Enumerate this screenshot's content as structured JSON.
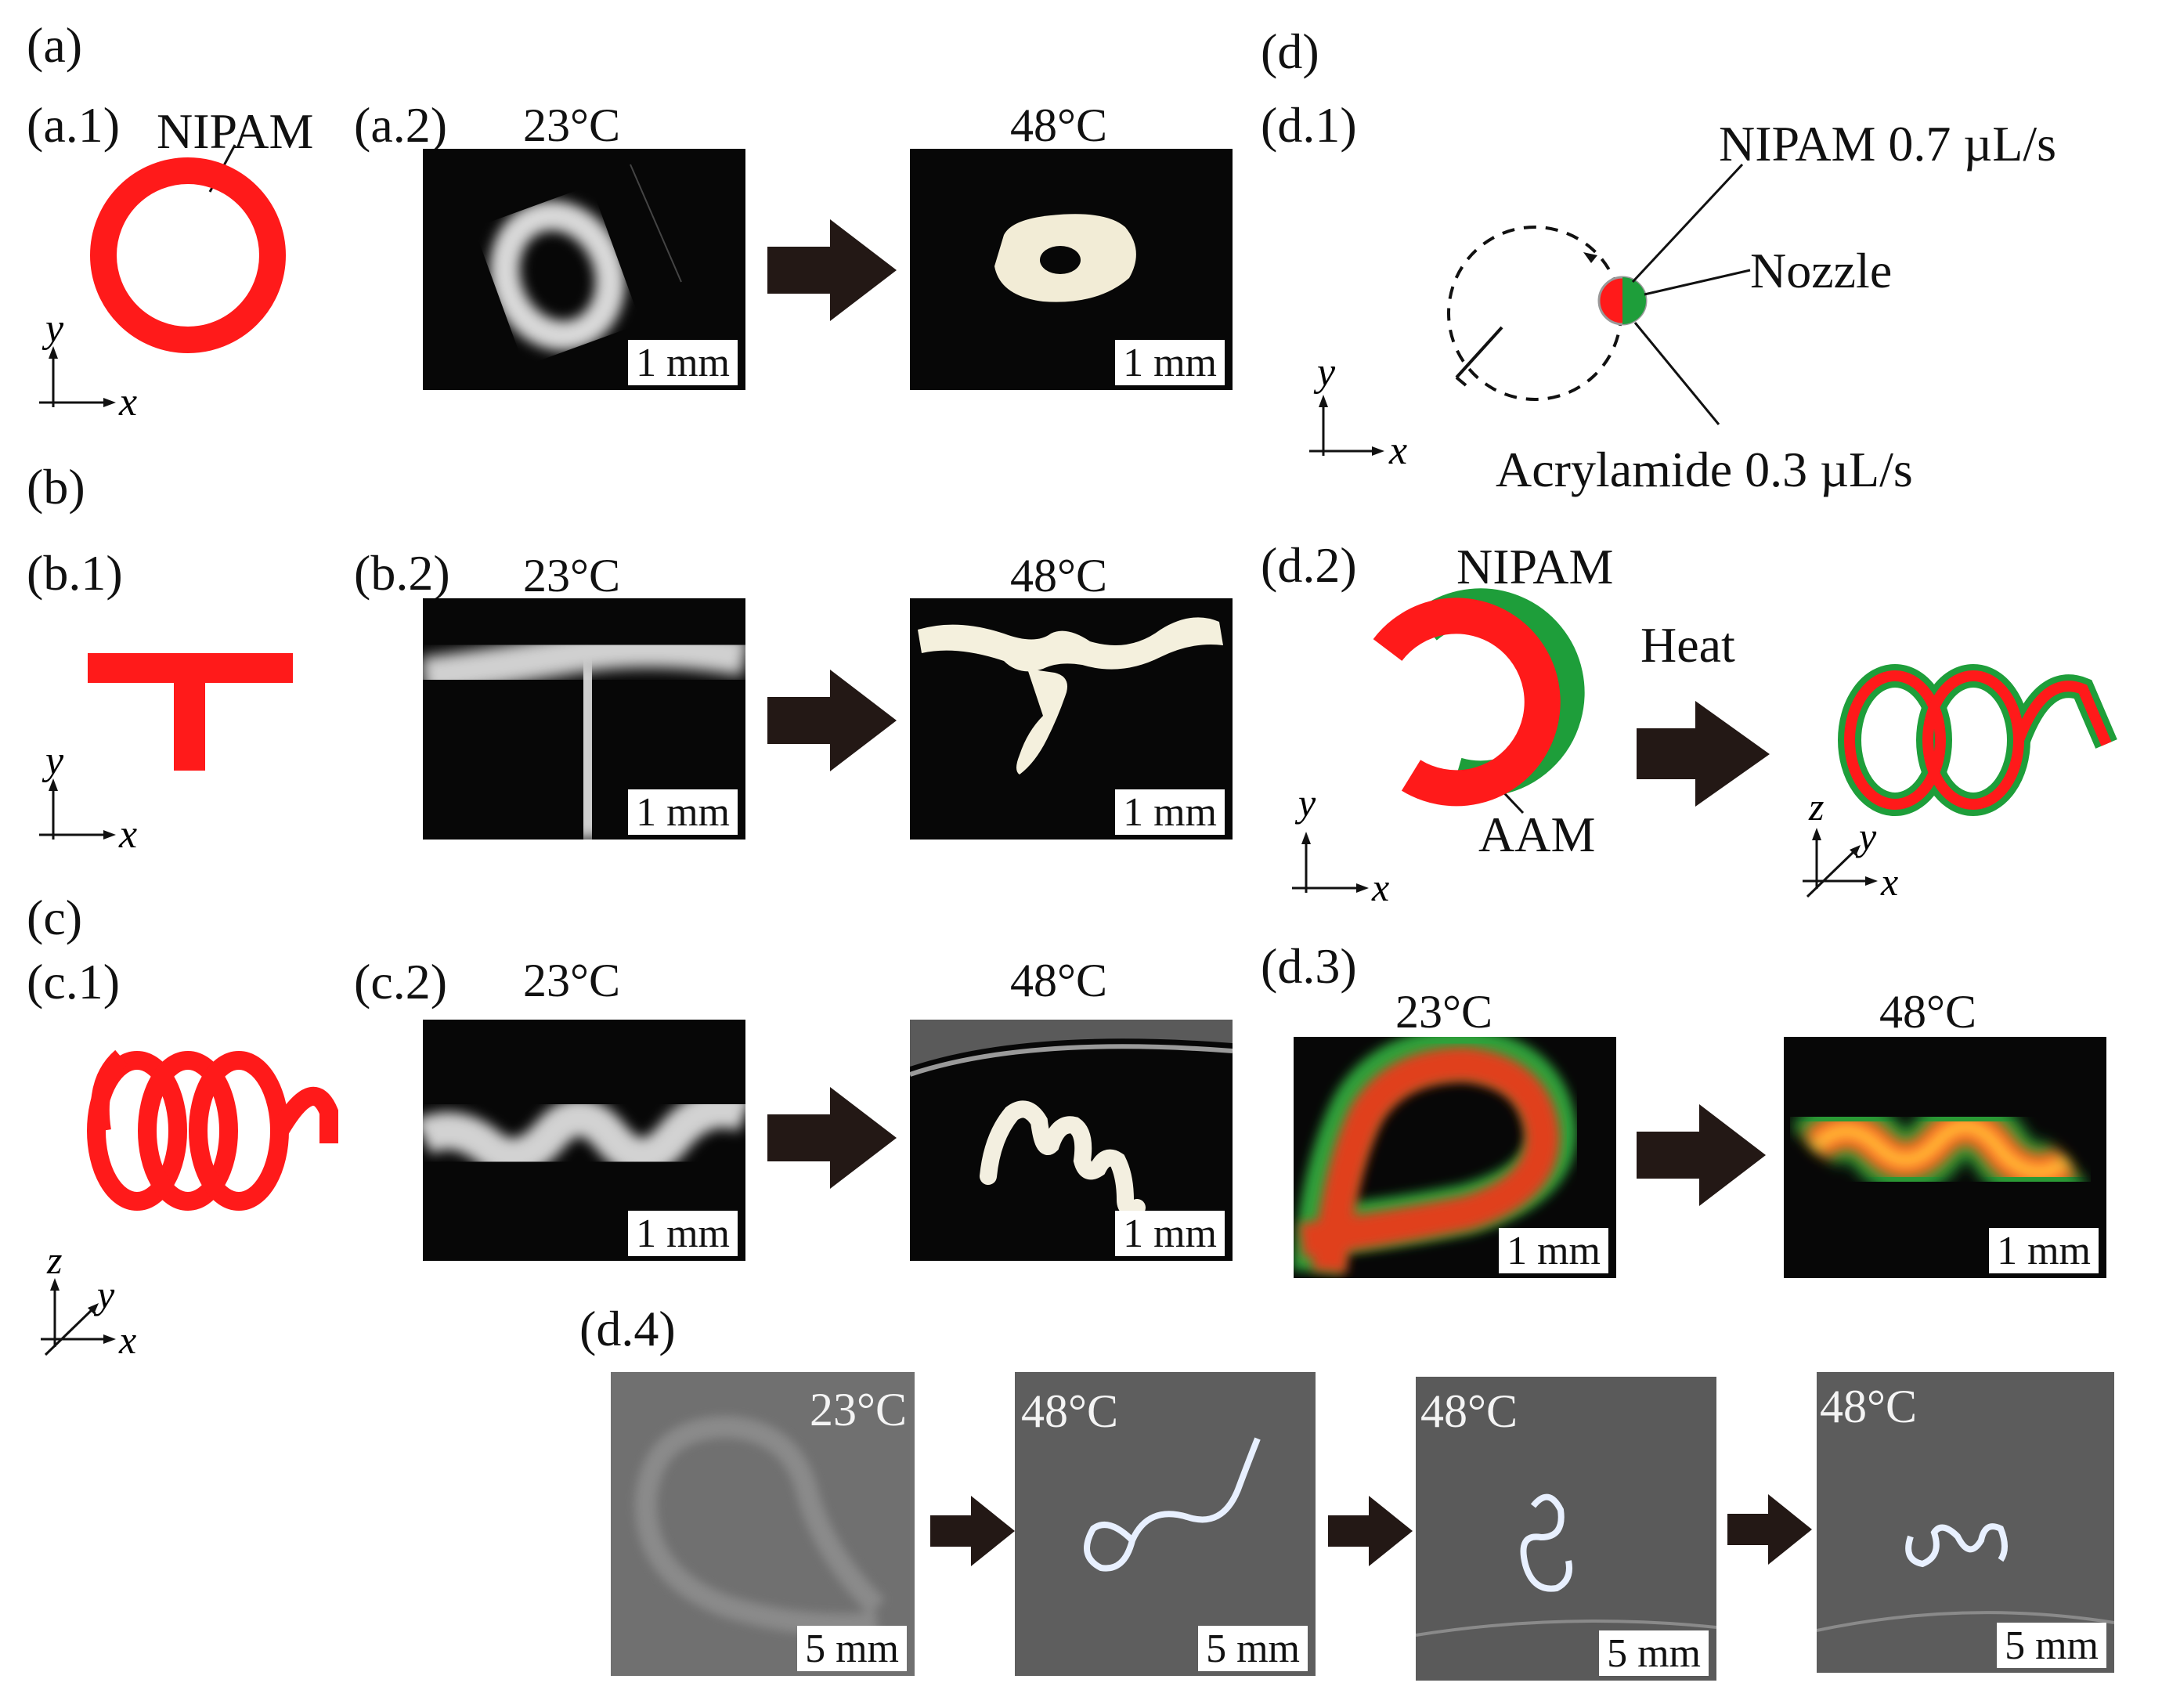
{
  "panel_labels": {
    "a": "(a)",
    "a1": "(a.1)",
    "a2": "(a.2)",
    "b": "(b)",
    "b1": "(b.1)",
    "b2": "(b.2)",
    "c": "(c)",
    "c1": "(c.1)",
    "c2": "(c.2)",
    "d": "(d)",
    "d1": "(d.1)",
    "d2": "(d.2)",
    "d3": "(d.3)",
    "d4": "(d.4)"
  },
  "temps": {
    "cold": "23°C",
    "hot": "48°C"
  },
  "scales": {
    "one_mm": "1 mm",
    "five_mm": "5 mm"
  },
  "annotations": {
    "nipam": "NIPAM",
    "nipam_rate": "NIPAM  0.7 µL/s",
    "nozzle": "Nozzle",
    "acrylamide_rate": "Acrylamide 0.3 µL/s",
    "aam": "AAM",
    "heat": "Heat"
  },
  "axes": {
    "x": "x",
    "y": "y",
    "z": "z"
  },
  "colors": {
    "nipam_red": "#ff1a1a",
    "aam_green": "#1e9e3a",
    "arrow": "#231815"
  }
}
